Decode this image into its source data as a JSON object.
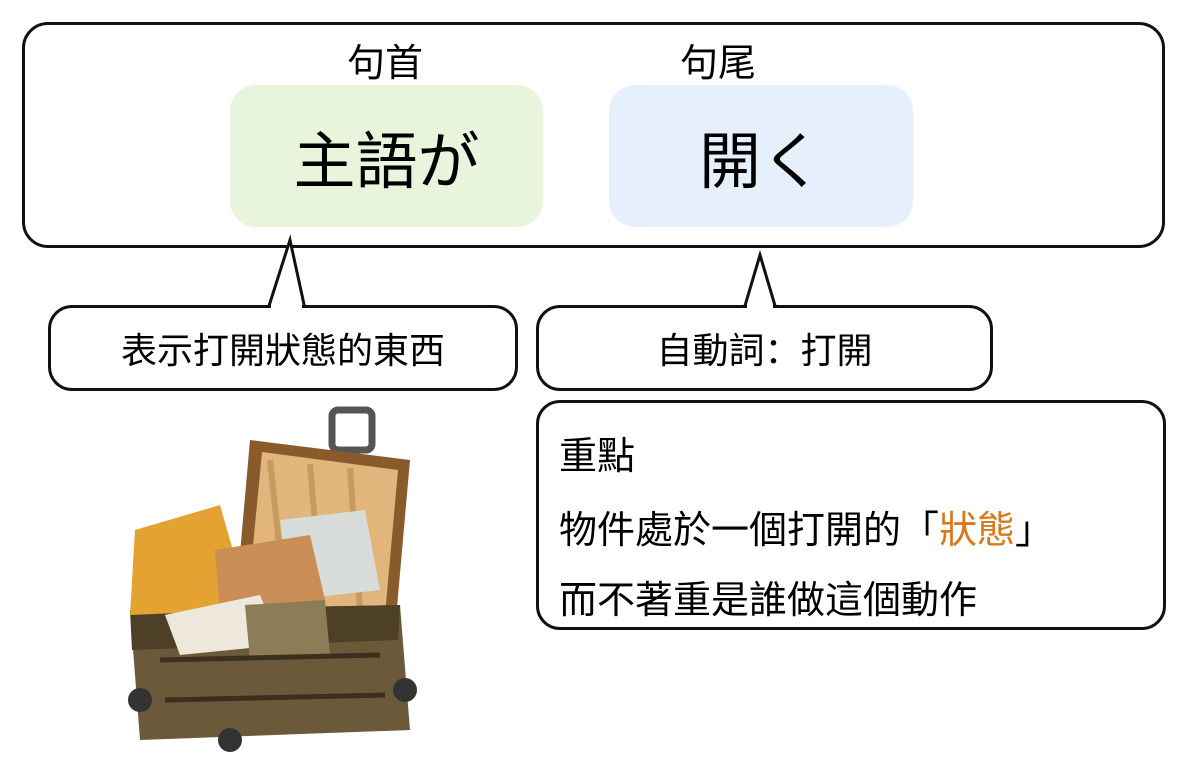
{
  "header": {
    "start_label": "句首",
    "end_label": "句尾"
  },
  "sentence": {
    "subject": "主語が",
    "verb": "開く",
    "subject_bg": "#e8f5dc",
    "verb_bg": "#e6f0fc"
  },
  "callouts": {
    "subject_note": "表示打開狀態的東西",
    "verb_note": "自動詞：打開"
  },
  "note": {
    "title": "重點",
    "line2_prefix": "物件處於一個打開的「",
    "line2_highlight": "狀態",
    "line2_suffix": "」",
    "line3": "而不著重是誰做這個動作",
    "highlight_color": "#d9781a"
  }
}
